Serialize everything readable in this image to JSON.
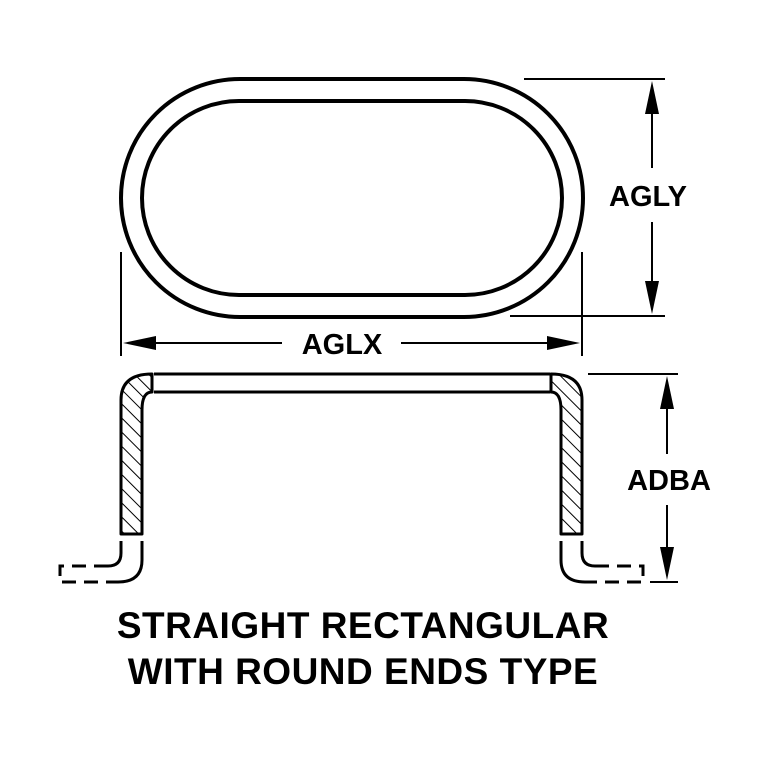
{
  "dimensions": {
    "width_label": "AGLX",
    "height_label": "AGLY",
    "depth_label": "ADBA"
  },
  "caption": {
    "line1": "STRAIGHT RECTANGULAR",
    "line2": "WITH ROUND ENDS TYPE"
  },
  "colors": {
    "ink": "#000000",
    "background": "#ffffff"
  }
}
